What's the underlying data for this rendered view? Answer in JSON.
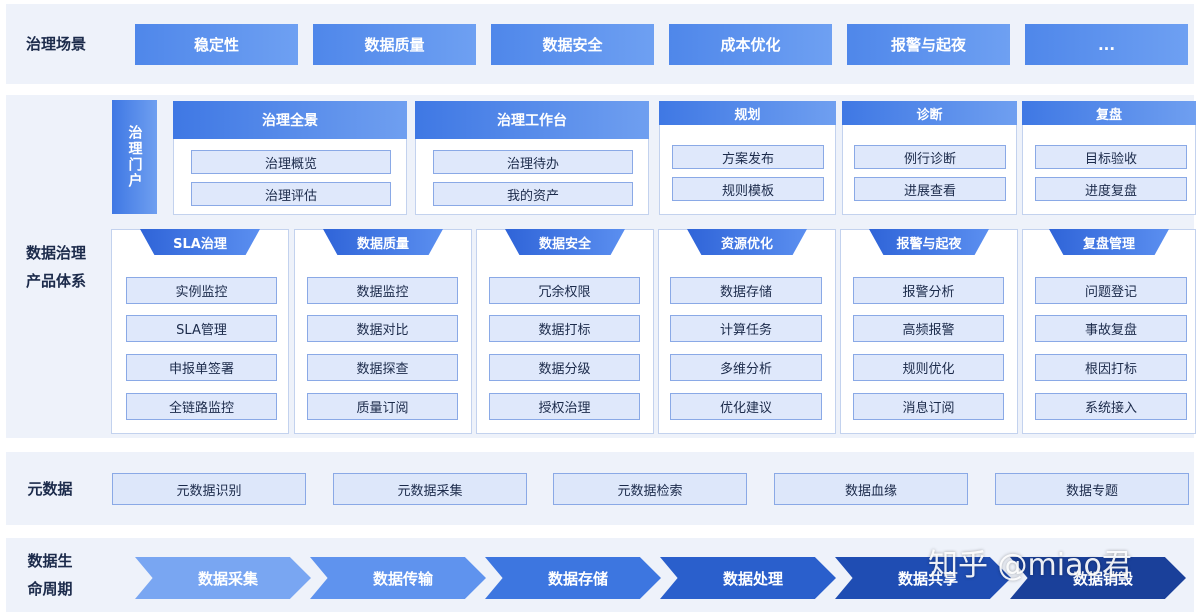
{
  "scenes": {
    "label": "治理场景",
    "items": [
      "稳定性",
      "数据质量",
      "数据安全",
      "成本优化",
      "报警与起夜",
      "..."
    ]
  },
  "product": {
    "label": "数据治理\n产品体系",
    "portal_label": "治理门户",
    "overview": {
      "title": "治理全景",
      "items": [
        "治理概览",
        "治理评估"
      ]
    },
    "workbench": {
      "title": "治理工作台",
      "items": [
        "治理待办",
        "我的资产"
      ]
    },
    "planning": {
      "title": "规划",
      "items": [
        "方案发布",
        "规则模板"
      ]
    },
    "diagnosis": {
      "title": "诊断",
      "items": [
        "例行诊断",
        "进展查看"
      ]
    },
    "review": {
      "title": "复盘",
      "items": [
        "目标验收",
        "进度复盘"
      ]
    },
    "modules": [
      {
        "title": "SLA治理",
        "items": [
          "实例监控",
          "SLA管理",
          "申报单签署",
          "全链路监控"
        ]
      },
      {
        "title": "数据质量",
        "items": [
          "数据监控",
          "数据对比",
          "数据探查",
          "质量订阅"
        ]
      },
      {
        "title": "数据安全",
        "items": [
          "冗余权限",
          "数据打标",
          "数据分级",
          "授权治理"
        ]
      },
      {
        "title": "资源优化",
        "items": [
          "数据存储",
          "计算任务",
          "多维分析",
          "优化建议"
        ]
      },
      {
        "title": "报警与起夜",
        "items": [
          "报警分析",
          "高频报警",
          "规则优化",
          "消息订阅"
        ]
      },
      {
        "title": "复盘管理",
        "items": [
          "问题登记",
          "事故复盘",
          "根因打标",
          "系统接入"
        ]
      }
    ]
  },
  "metadata": {
    "label": "元数据",
    "items": [
      "元数据识别",
      "元数据采集",
      "元数据检索",
      "数据血缘",
      "数据专题"
    ]
  },
  "lifecycle": {
    "label": "数据生\n命周期",
    "items": [
      "数据采集",
      "数据传输",
      "数据存储",
      "数据处理",
      "数据共享",
      "数据销毁"
    ],
    "colors": [
      "#79a6f2",
      "#5f93ee",
      "#3d76e0",
      "#2a5fcc",
      "#1f4db3",
      "#1a409a"
    ]
  },
  "watermark": "知乎 @miao君"
}
